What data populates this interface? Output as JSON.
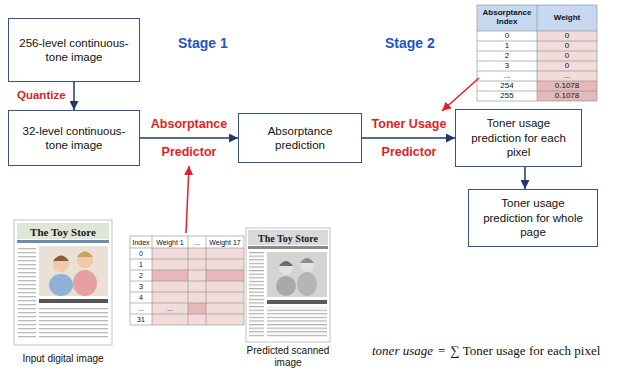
{
  "diagram": {
    "nodes": [
      {
        "text": [
          "256-level continuous-tone image"
        ]
      },
      {
        "text": [
          "32-level continuous-tone image"
        ]
      },
      {
        "text": [
          "Absorptance prediction"
        ]
      },
      {
        "text": [
          "Toner usage prediction for each pixel"
        ]
      },
      {
        "text": [
          "Toner usage prediction for whole page"
        ]
      }
    ],
    "edges": [
      {
        "from": 0,
        "to": 1,
        "label": "Quantize",
        "arrow": "to"
      },
      {
        "from": 1,
        "to": 2,
        "label": "Absorptance Predictor",
        "arrow": "to"
      },
      {
        "from": 2,
        "to": 3,
        "label": "Toner Usage Predictor",
        "arrow": "to"
      },
      {
        "from": 3,
        "to": 4,
        "arrow": "to"
      }
    ],
    "labels": [
      "Stage 1",
      "Stage 2",
      "Absorptance Index",
      "Weight",
      "0",
      "0",
      "1",
      "0",
      "2",
      "0",
      "3",
      "0",
      "...",
      "...",
      "254",
      "0.1078",
      "255",
      "0.1078",
      "Index",
      "Weight 1",
      "...",
      "Weight 17",
      "0",
      "1",
      "2",
      "3",
      "4",
      "...",
      "...",
      "31",
      "The Toy Store",
      "The Toy Store",
      "Input digital image",
      "Predicted scanned image",
      "toner usage",
      "=",
      "∑ Toner usage for each pixel"
    ]
  }
}
